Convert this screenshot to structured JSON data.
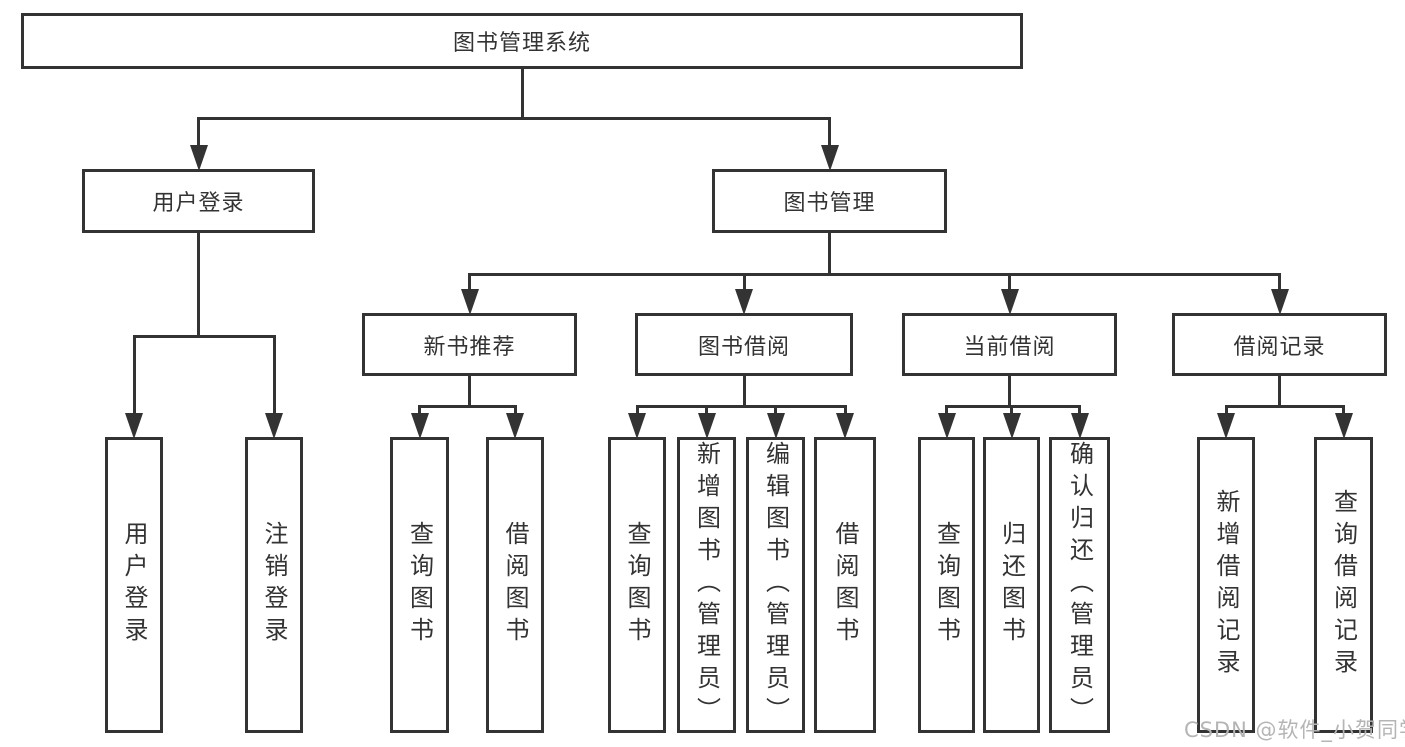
{
  "diagram": {
    "title": "图书管理系统",
    "type": "hierarchy-tree"
  },
  "watermark": "CSDN @软件_小贺同学",
  "colors": {
    "line": "#333333",
    "text": "#333333",
    "watermark": "#b5b5b5",
    "background": "#ffffff"
  },
  "nodes": [
    {
      "id": "root",
      "label": "图书管理系统",
      "level": 1,
      "parent": null
    },
    {
      "id": "user-login",
      "label": "用户登录",
      "level": 2,
      "parent": "root"
    },
    {
      "id": "book-mgmt",
      "label": "图书管理",
      "level": 2,
      "parent": "root"
    },
    {
      "id": "new-book-rec",
      "label": "新书推荐",
      "level": 3,
      "parent": "book-mgmt"
    },
    {
      "id": "book-borrow",
      "label": "图书借阅",
      "level": 3,
      "parent": "book-mgmt"
    },
    {
      "id": "current-borrow",
      "label": "当前借阅",
      "level": 3,
      "parent": "book-mgmt"
    },
    {
      "id": "borrow-records",
      "label": "借阅记录",
      "level": 3,
      "parent": "book-mgmt"
    },
    {
      "id": "leaf-user-login",
      "label": "用户登录",
      "level": 4,
      "parent": "user-login"
    },
    {
      "id": "leaf-logout",
      "label": "注销登录",
      "level": 4,
      "parent": "user-login"
    },
    {
      "id": "leaf-query-book-1",
      "label": "查询图书",
      "level": 4,
      "parent": "new-book-rec"
    },
    {
      "id": "leaf-borrow-book-1",
      "label": "借阅图书",
      "level": 4,
      "parent": "new-book-rec"
    },
    {
      "id": "leaf-query-book-2",
      "label": "查询图书",
      "level": 4,
      "parent": "book-borrow"
    },
    {
      "id": "leaf-add-book",
      "label": "新增图书（管理员）",
      "level": 4,
      "parent": "book-borrow"
    },
    {
      "id": "leaf-edit-book",
      "label": "编辑图书（管理员）",
      "level": 4,
      "parent": "book-borrow"
    },
    {
      "id": "leaf-borrow-book-2",
      "label": "借阅图书",
      "level": 4,
      "parent": "book-borrow"
    },
    {
      "id": "leaf-query-book-3",
      "label": "查询图书",
      "level": 4,
      "parent": "current-borrow"
    },
    {
      "id": "leaf-return-book",
      "label": "归还图书",
      "level": 4,
      "parent": "current-borrow"
    },
    {
      "id": "leaf-confirm-return",
      "label": "确认归还（管理员）",
      "level": 4,
      "parent": "current-borrow"
    },
    {
      "id": "leaf-add-record",
      "label": "新增借阅记录",
      "level": 4,
      "parent": "borrow-records"
    },
    {
      "id": "leaf-query-record",
      "label": "查询借阅记录",
      "level": 4,
      "parent": "borrow-records"
    }
  ]
}
